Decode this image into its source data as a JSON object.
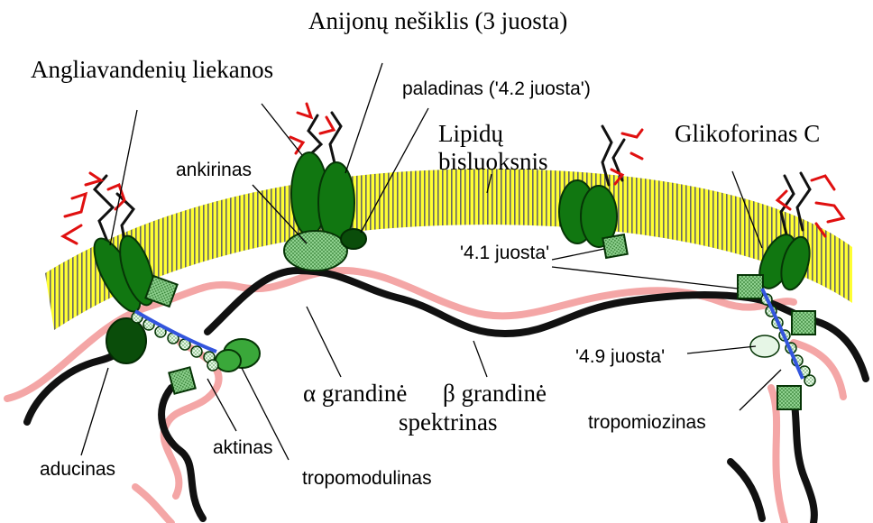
{
  "labels": {
    "anion_carrier": "Anijonų nešiklis (3 juosta)",
    "carbohydrate_residues": "Angliavandenių liekanos",
    "palladin": "paladinas ('4.2 juosta')",
    "lipid_bilayer_line1": "Lipidų",
    "lipid_bilayer_line2": "bisluoksnis",
    "glycophorin_c": "Glikoforinas C",
    "ankyrin": "ankirinas",
    "band_4_1": "'4.1 juosta'",
    "band_4_9": "'4.9 juosta'",
    "alpha_chain": "α grandinė",
    "beta_chain": "β grandinė",
    "spectrin": "spektrinas",
    "tropomyosin": "tropomiozinas",
    "adducin": "aducinas",
    "actin": "aktinas",
    "tropomodulin": "tropomodulinas"
  },
  "colors": {
    "membrane": "#ffff33",
    "protein": "#117711",
    "protein_dark": "#0a4d0a",
    "sugar": "#e01010",
    "spectrin_beta": "#111111",
    "spectrin_alpha": "#f4a6a6",
    "junction_box": "#8fd18f",
    "actin": "#3355dd"
  }
}
